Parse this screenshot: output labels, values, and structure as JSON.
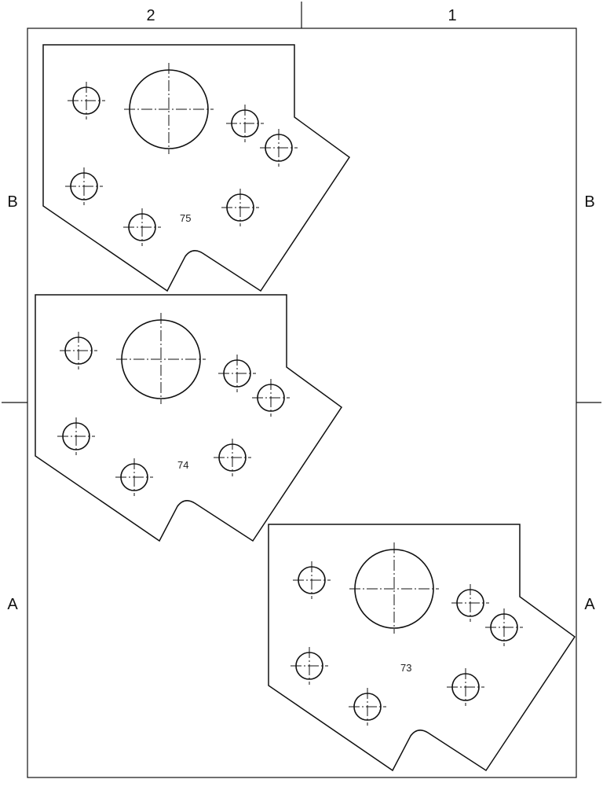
{
  "zone_labels": {
    "col_left": "2",
    "col_right": "1",
    "row_upper_left": "B",
    "row_upper_right": "B",
    "row_lower_left": "A",
    "row_lower_right": "A"
  },
  "parts": [
    {
      "label": "75"
    },
    {
      "label": "74"
    },
    {
      "label": "73"
    }
  ],
  "colors": {
    "line": "#111111",
    "background": "#ffffff"
  }
}
